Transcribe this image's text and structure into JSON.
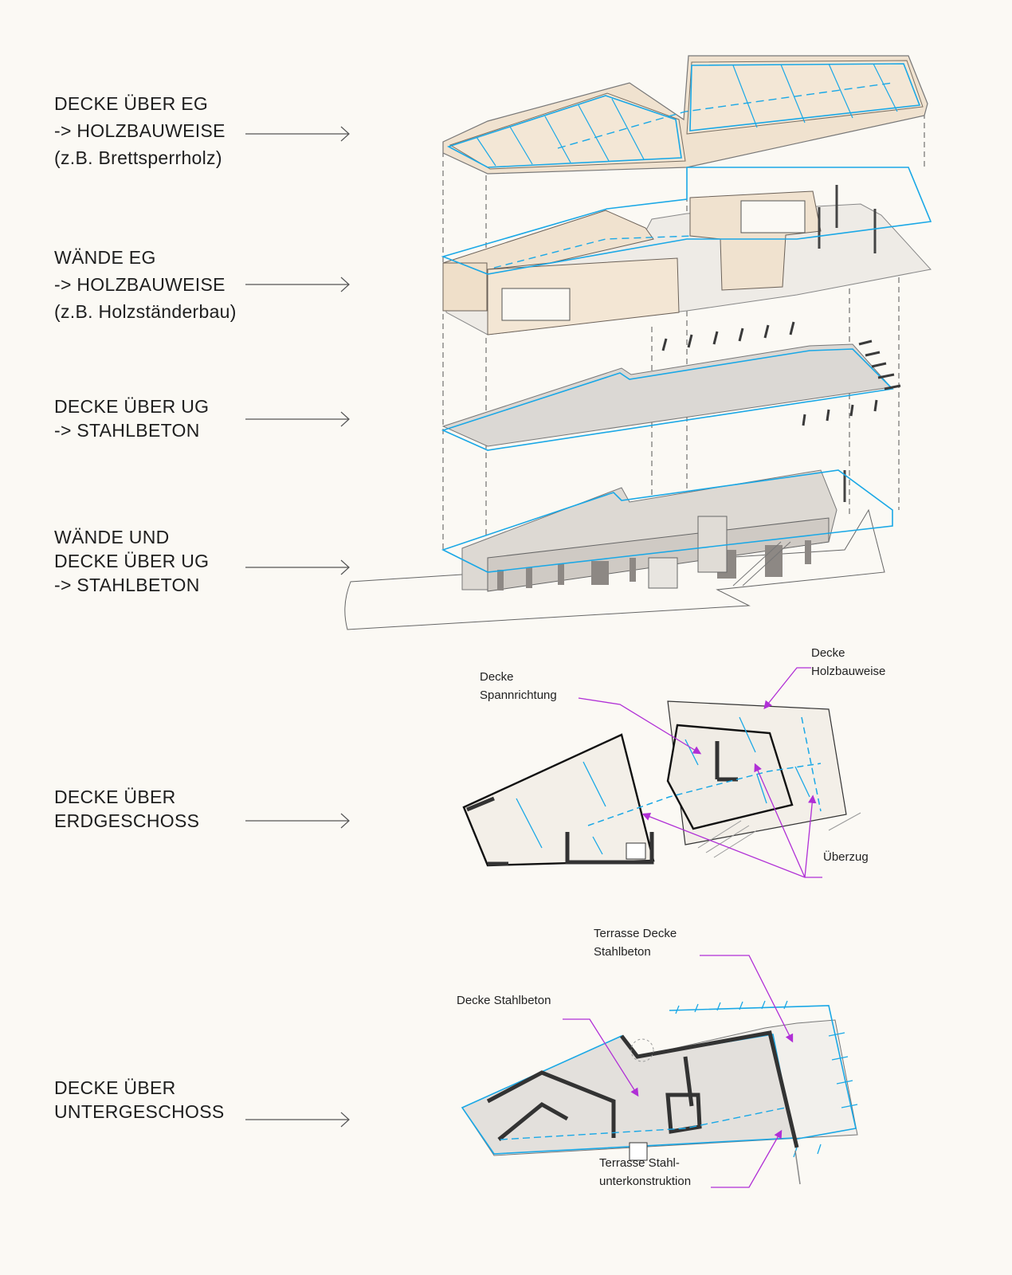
{
  "labels": {
    "decke_eg": "DECKE ÜBER EG\n-> HOLZBAUWEISE\n(z.B. Brettsperrholz)",
    "waende_eg": "WÄNDE EG\n-> HOLZBAUWEISE\n(z.B. Holzständerbau)",
    "decke_ug": "DECKE ÜBER UG\n-> STAHLBETON",
    "waende_ug": "WÄNDE UND\nDECKE ÜBER UG\n-> STAHLBETON",
    "plan_eg": "DECKE ÜBER\nERDGESCHOSS",
    "plan_ug": "DECKE ÜBER\nUNTERGESCHOSS"
  },
  "annotations": {
    "decke_holzbauweise": "Decke\nHolzbauweise",
    "decke_spannrichtung": "Decke\nSpannrichtung",
    "ueberzug": "Überzug",
    "terrasse_decke": "Terrasse Decke\nStahlbeton",
    "decke_stahlbeton": "Decke Stahlbeton",
    "terrasse_stahl": "Terrasse Stahl-\nunterkonstruktion"
  },
  "colors": {
    "background": "#fbf9f4",
    "highlight_blue": "#1aa8e6",
    "annotation_purple": "#b02fd6",
    "wood": "#f0e2cf",
    "concrete": "#dedad5",
    "line": "#2a2a2a"
  }
}
